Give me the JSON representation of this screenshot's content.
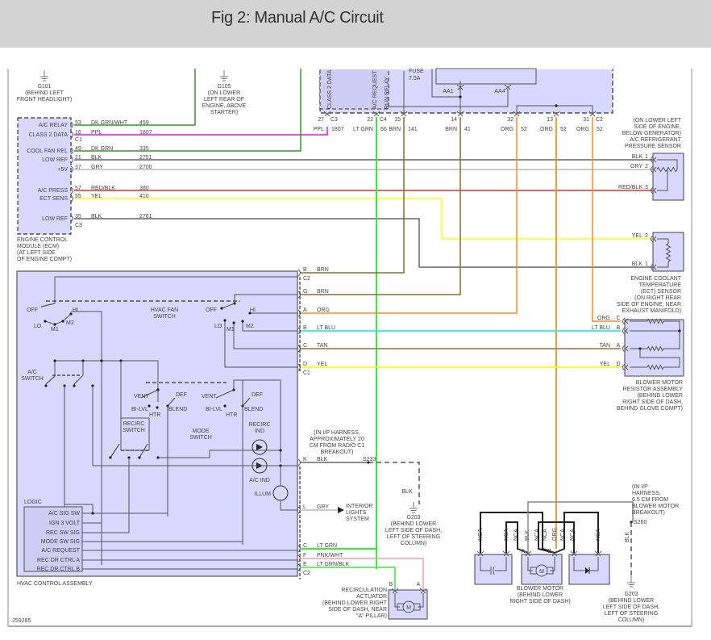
{
  "header": {
    "title": "Fig 2: Manual A/C Circuit"
  },
  "diagram_id": "259285",
  "colors": {
    "dk_grn": "#2e9a2e",
    "ppl": "#ff00ff",
    "blk": "#555555",
    "gry": "#bbbbbb",
    "red_blk": "#e05050",
    "yel": "#ffff00",
    "lt_grn": "#33ee33",
    "brn": "#8a6d2a",
    "org": "#ff8c1a",
    "lt_blu": "#22eeee",
    "tan": "#9c8a55",
    "pnk_wht": "#f0a0b0",
    "module_fill": "#d8d8ff",
    "line": "#555555"
  },
  "grounds": [
    {
      "id": "G101",
      "lines": [
        "G101",
        "(BEHIND LEFT",
        "FRONT HEADLIGHT)"
      ]
    },
    {
      "id": "G105",
      "lines": [
        "G105",
        "(ON LOWER",
        "LEFT REAR OF",
        "ENGINE, ABOVE",
        "STARTER)"
      ]
    },
    {
      "id": "G203a",
      "lines": [
        "G203",
        "(BEHIND LOWER",
        "LEFT SIDE OF DASH,",
        "LEFT OF STEERING",
        "COLUMN)"
      ]
    },
    {
      "id": "G203b",
      "lines": [
        "G203",
        "(BEHIND LOWER",
        "LEFT SIDE OF DASH,",
        "LEFT OF STEERING",
        "COLUMN)"
      ]
    }
  ],
  "ecm": {
    "caption": [
      "ENGINE CONTROL",
      "MODULE (ECM)",
      "(AT LEFT SIDE",
      "OF ENGINE COMPT)"
    ],
    "connector_c1": "C1",
    "connector_c3": "C3",
    "pins": [
      {
        "label": "A/C RELAY",
        "pin": "53",
        "wire": "DK GRN/WHT",
        "circuit": "459"
      },
      {
        "label": "CLASS 2 DATA",
        "pin": "16",
        "wire": "PPL",
        "circuit": "1807"
      },
      {
        "label": "COOL FAN REL",
        "pin": "49",
        "wire": "DK GRN",
        "circuit": "335"
      },
      {
        "label": "LOW REF",
        "pin": "21",
        "wire": "BLK",
        "circuit": "2751"
      },
      {
        "label": "+5V",
        "pin": "37",
        "wire": "GRY",
        "circuit": "2700"
      },
      {
        "label": "A/C PRESS",
        "pin": "57",
        "wire": "RED/BLK",
        "circuit": "380"
      },
      {
        "label": "ECT SENS",
        "pin": "55",
        "wire": "YEL",
        "circuit": "410"
      },
      {
        "label": "LOW REF",
        "pin": "35",
        "wire": "BLK",
        "circuit": "2761"
      }
    ]
  },
  "fuse_block": {
    "vertical_labels": [
      "CLASS 2 DATA",
      "A/C REQUEST",
      "RUN RELAY"
    ],
    "fuse_label": [
      "FUSE",
      "7.5A"
    ],
    "aa1": "AA1",
    "aa4": "AA4",
    "connectors": [
      {
        "pin": "27",
        "conn": "C3",
        "wire": "PPL",
        "circuit": "1807"
      },
      {
        "pin": "22",
        "conn": "C4",
        "wire": "LT GRN",
        "circuit": "66"
      },
      {
        "pin": "15",
        "conn": "",
        "wire": "BRN",
        "circuit": "141"
      },
      {
        "pin": "14",
        "conn": "",
        "wire": "BRN",
        "circuit": "41"
      },
      {
        "pin": "32",
        "conn": "",
        "wire": "ORG",
        "circuit": "52"
      },
      {
        "pin": "13",
        "conn": "",
        "wire": "ORG",
        "circuit": "52"
      },
      {
        "pin": "31",
        "conn": "C2",
        "wire": "ORG",
        "circuit": "52"
      }
    ]
  },
  "pressure_sensor": {
    "caption": [
      "(ON LOWER LEFT",
      "SIDE OF ENGINE,",
      "BELOW GENERATOR)",
      "A/C REFRIGERANT",
      "PRESSURE SENSOR"
    ],
    "pins": [
      {
        "wire": "BLK",
        "pin": "1"
      },
      {
        "wire": "GRY",
        "pin": "2"
      },
      {
        "wire": "RED/BLK",
        "pin": "3"
      }
    ]
  },
  "ect_sensor": {
    "caption": [
      "ENGINE COOLANT",
      "TEMPERATURE",
      "(ECT) SENSOR",
      "(ON RIGHT REAR",
      "SIDE OF ENGINE, NEAR",
      "EXHAUST MANIFOLD)"
    ],
    "pins": [
      {
        "wire": "YEL",
        "pin": "2"
      },
      {
        "wire": "BLK",
        "pin": "1"
      }
    ]
  },
  "resistor_assembly": {
    "caption": [
      "BLOWER MOTOR",
      "RESISTOR ASSEMBLY",
      "(BEHIND LOWER",
      "RIGHT SIDE OF DASH,",
      "BEHIND GLOVE COMPT)"
    ],
    "pins": [
      {
        "wire": "ORG",
        "pin": "C"
      },
      {
        "wire": "LT BLU",
        "pin": "B"
      },
      {
        "wire": "TAN",
        "pin": "A"
      },
      {
        "wire": "YEL",
        "pin": "D"
      }
    ]
  },
  "hvac": {
    "caption": "HVAC CONTROL ASSEMBLY",
    "fan_switch_label": [
      "HVAC FAN",
      "SWITCH"
    ],
    "fan_positions": [
      "OFF",
      "HI",
      "LO",
      "M1",
      "M2"
    ],
    "ac_switch_label": [
      "A/C",
      "SWITCH"
    ],
    "mode_positions": [
      "VENT",
      "DEF",
      "BI-LVL",
      "HTR",
      "BLEND"
    ],
    "recirc_switch_label": [
      "RECIRC",
      "SWITCH"
    ],
    "mode_switch_label": [
      "MODE",
      "SWITCH"
    ],
    "recirc_ind_label": [
      "RECIRC",
      "IND"
    ],
    "ac_ind_label": "A/C IND",
    "illum_label": "ILLUM",
    "logic_label": "LOGIC",
    "logic_pins": [
      "A/C SIG SW",
      "IGN 3 VOLT",
      "REC SW SIG",
      "MODE SW SIG",
      "A/C REQUEST",
      "REC DR CTRL A",
      "REC DR CTRL B"
    ],
    "outputs": [
      {
        "pin": "B",
        "wire": "BRN",
        "conn": "C2"
      },
      {
        "pin": "G",
        "wire": "BRN",
        "conn": ""
      },
      {
        "pin": "A",
        "wire": "ORG",
        "conn": ""
      },
      {
        "pin": "B",
        "wire": "LT BLU",
        "conn": ""
      },
      {
        "pin": "C",
        "wire": "TAN",
        "conn": ""
      },
      {
        "pin": "D",
        "wire": "YEL",
        "conn": "C1"
      },
      {
        "pin": "K",
        "wire": "BLK",
        "conn": ""
      },
      {
        "pin": "L",
        "wire": "GRY",
        "conn": ""
      },
      {
        "pin": "C",
        "wire": "LT GRN",
        "conn": ""
      },
      {
        "pin": "F",
        "wire": "PNK/WHT",
        "conn": ""
      },
      {
        "pin": "E",
        "wire": "LT GRN/BLK",
        "conn": "C2"
      }
    ]
  },
  "splice_s233": {
    "id": "S233",
    "caption": [
      "(IN I/P HARNESS,",
      "APPROXIMATELY 20",
      "CM FROM RADIO C1",
      "BREAKOUT)"
    ],
    "wire": "BLK"
  },
  "interior_lights": [
    "INTERIOR",
    "LIGHTS",
    "SYSTEM"
  ],
  "recirc_actuator": {
    "caption": [
      "RECIRCULATION",
      "ACTUATOR",
      "(BEHIND LOWER RIGHT",
      "SIDE OF DASH, NEAR",
      "\"A\" PILLAR)"
    ],
    "pins": [
      "B",
      "A"
    ],
    "motor": "M"
  },
  "blower_motor": {
    "caption": [
      "BLOWER MOTOR",
      "(BEHIND LOWER",
      "RIGHT SIDE OF DASH)"
    ],
    "wire_labels": [
      "NCA",
      "NCA",
      "NCA",
      "BLK",
      "NCA",
      "NCA",
      "ORG",
      "NCA",
      "NCA",
      "NCA"
    ],
    "pins": [
      "A",
      "B"
    ],
    "motor": "M"
  },
  "splice_s260": {
    "id": "S260",
    "caption": [
      "(IN I/P",
      "HARNESS,",
      "6.5 CM FROM",
      "BLOWER MOTOR",
      "BREAKOUT)"
    ],
    "wire": "BLK"
  }
}
